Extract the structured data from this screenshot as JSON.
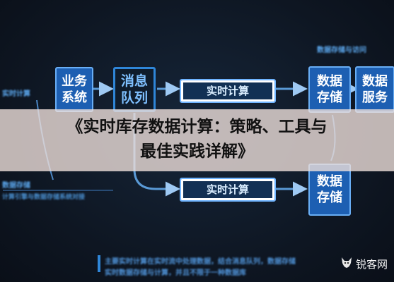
{
  "diagram": {
    "top_right_label": "数据存储与访问",
    "left_labels": {
      "top": "实时计算",
      "bottom_line1": "数据存储",
      "bottom_line2": "计算引擎与数据存储系统对接"
    },
    "nodes": {
      "business_system": "业务\n系统",
      "message_queue": "消息\n队列",
      "realtime_compute_top": "实时计算",
      "data_storage_top": "数据\n存储",
      "data_service": "数据\n服务",
      "realtime_compute_bottom": "实时计算",
      "data_storage_bottom": "数据\n存储"
    },
    "caption": {
      "line1": "主要实时计算在实时流中处理数据，结合消息队列，数据存储",
      "line2": "实时数据存储与计算，并且不限于一种数据库"
    }
  },
  "overlay": {
    "title": "《实时库存数据计算：策略、工具与\n最佳实践详解》"
  },
  "watermark": {
    "text": "锐客网",
    "icon": "wolf-head-icon"
  },
  "colors": {
    "background": "#0e1622",
    "accent_blue": "#2f86d8",
    "node_fill": "#1d5fb2",
    "band": "#eeded9"
  }
}
